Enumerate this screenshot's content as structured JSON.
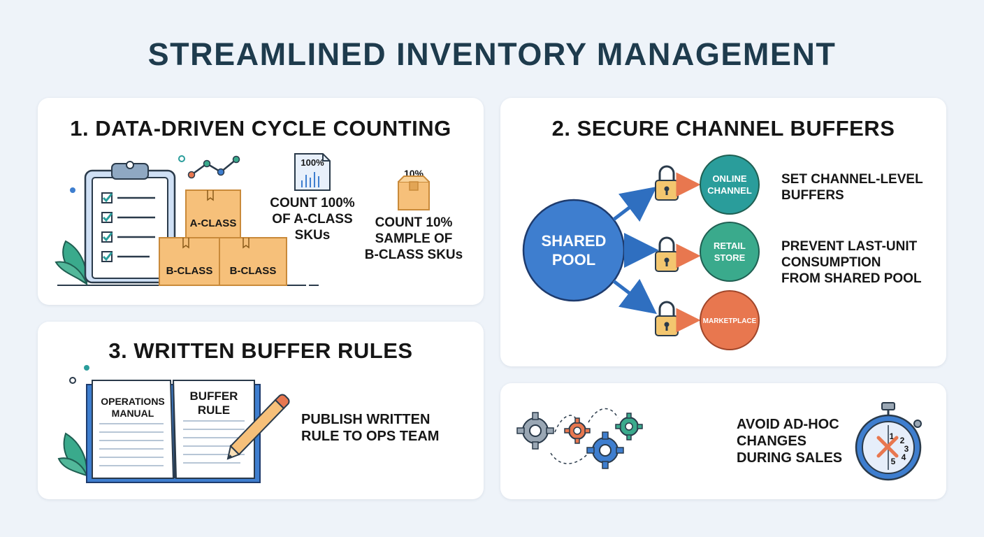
{
  "title": "STREAMLINED INVENTORY MANAGEMENT",
  "section1": {
    "title": "1. DATA-DRIVEN CYCLE COUNTING",
    "box_a": "A-CLASS",
    "box_b1": "B-CLASS",
    "box_b2": "B-CLASS",
    "doc_pct": "100%",
    "count_a_line1": "COUNT 100%",
    "count_a_line2": "OF A-CLASS",
    "count_a_line3": "SKUs",
    "small_box_pct": "10%",
    "count_b_line1": "COUNT 10%",
    "count_b_line2": "SAMPLE OF",
    "count_b_line3": "B-CLASS SKUs"
  },
  "section2": {
    "title": "2. SECURE CHANNEL BUFFERS",
    "pool_line1": "SHARED",
    "pool_line2": "POOL",
    "channels": [
      {
        "line1": "ONLINE",
        "line2": "CHANNEL",
        "color": "#2a9d9b"
      },
      {
        "line1": "RETAIL",
        "line2": "STORE",
        "color": "#3aaa8c"
      },
      {
        "line1": "MARKETPLACE",
        "line2": "",
        "color": "#e8774f"
      }
    ],
    "note1_line1": "SET CHANNEL-LEVEL",
    "note1_line2": "BUFFERS",
    "note2_line1": "PREVENT LAST-UNIT",
    "note2_line2": "CONSUMPTION",
    "note2_line3": "FROM SHARED POOL"
  },
  "section3": {
    "title": "3. WRITTEN BUFFER RULES",
    "book_left_line1": "OPERATIONS",
    "book_left_line2": "MANUAL",
    "book_right_line1": "BUFFER",
    "book_right_line2": "RULE",
    "note_line1": "PUBLISH WRITTEN",
    "note_line2": "RULE TO OPS TEAM"
  },
  "section4": {
    "note_line1": "AVOID AD-HOC",
    "note_line2": "CHANGES",
    "note_line3": "DURING SALES",
    "clock_digits": [
      "1",
      "2",
      "3",
      "4",
      "5"
    ]
  },
  "colors": {
    "title": "#1e3b4d",
    "box": "#f6c07a",
    "box_stroke": "#c98a3a",
    "pool": "#3e7ecf",
    "arrow": "#2f6fc0",
    "lock": "#f3c66f",
    "teal": "#3aaa8c",
    "orange": "#e8774f"
  },
  "icons": [
    "clipboard-checklist-icon",
    "line-chart-icon",
    "document-chart-icon",
    "box-icon",
    "leaf-icon",
    "padlock-icon",
    "book-icon",
    "pencil-icon",
    "gear-icon",
    "stopwatch-icon"
  ]
}
